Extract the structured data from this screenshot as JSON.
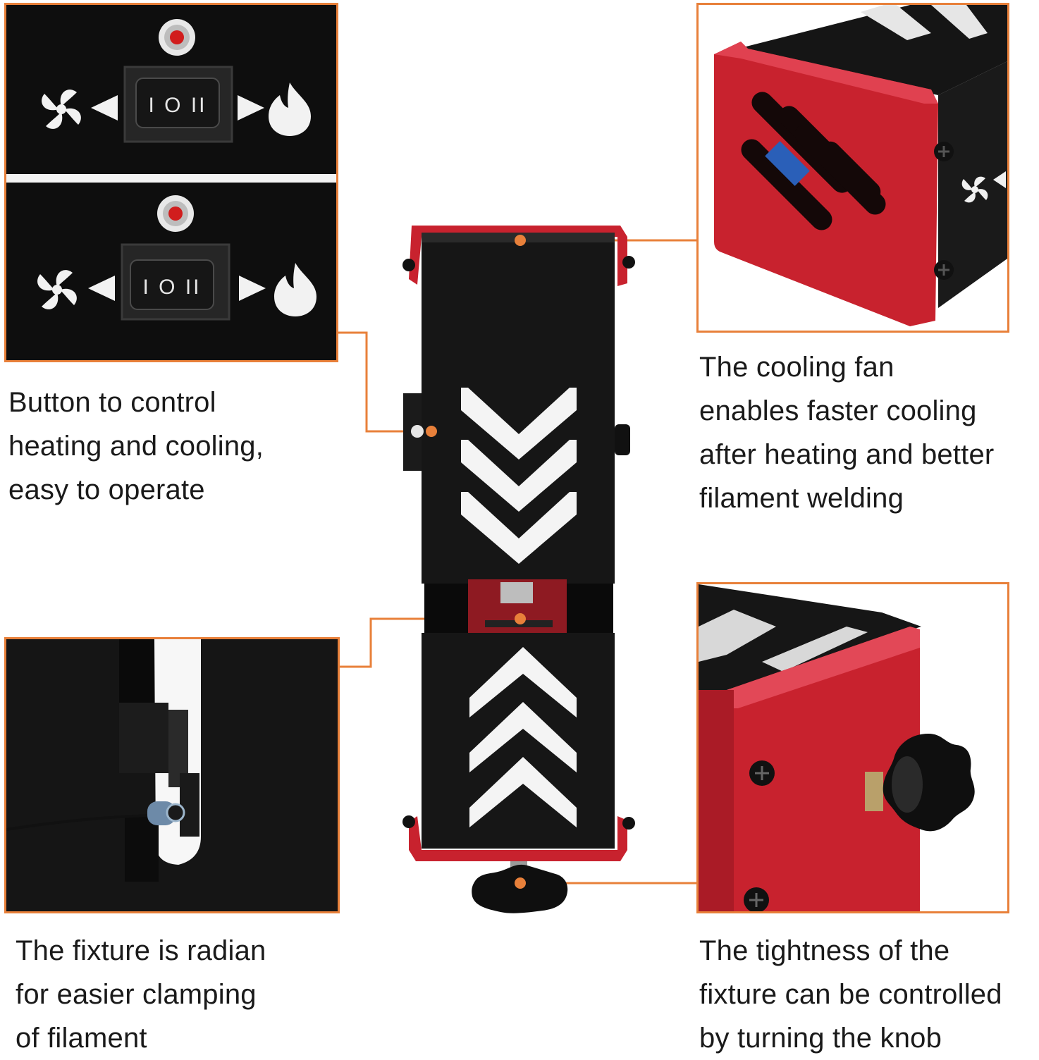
{
  "captions": {
    "button": {
      "lines": [
        "Button to control",
        "heating and cooling,",
        "easy to operate"
      ]
    },
    "fan": {
      "lines": [
        "The cooling fan",
        "enables faster cooling",
        "after heating and better",
        "filament welding"
      ]
    },
    "fixture": {
      "lines": [
        "The fixture is radian",
        "for easier clamping",
        "of filament"
      ]
    },
    "knob": {
      "lines": [
        "The tightness of the",
        "fixture can be controlled",
        "by turning the knob"
      ]
    }
  },
  "switch": {
    "label": "I O II"
  },
  "icons": {
    "fan": "fan-icon",
    "flame": "flame-icon",
    "indicator": "indicator-light-icon",
    "chevron": "chevron-icon"
  },
  "colors": {
    "accent_orange": "#e8803a",
    "device_red": "#c8222e",
    "device_black": "#141414",
    "chevron_white": "#f4f4f4"
  }
}
